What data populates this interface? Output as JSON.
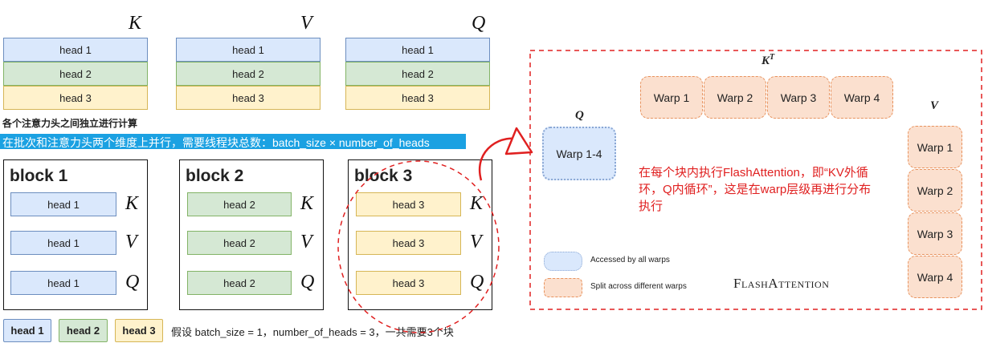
{
  "top_labels": {
    "k": "K",
    "v": "V",
    "q": "Q"
  },
  "top_columns": [
    {
      "heads": [
        "head 1",
        "head 2",
        "head 3"
      ]
    },
    {
      "heads": [
        "head 1",
        "head 2",
        "head 3"
      ]
    },
    {
      "heads": [
        "head 1",
        "head 2",
        "head 3"
      ]
    }
  ],
  "note_independent": "各个注意力头之间独立进行计算",
  "note_parallel": "在批次和注意力头两个维度上并行，需要线程块总数：batch_size × number_of_heads",
  "blocks": [
    {
      "title": "block 1",
      "head": "head 1",
      "labels": [
        "K",
        "V",
        "Q"
      ]
    },
    {
      "title": "block 2",
      "head": "head 2",
      "labels": [
        "K",
        "V",
        "Q"
      ]
    },
    {
      "title": "block 3",
      "head": "head 3",
      "labels": [
        "K",
        "V",
        "Q"
      ]
    }
  ],
  "legend": {
    "items": [
      "head 1",
      "head 2",
      "head 3"
    ],
    "caption": "假设 batch_size = 1，number_of_heads = 3，一共需要3个块"
  },
  "flash": {
    "kt_base": "K",
    "kt_sup": "T",
    "q_label": "Q",
    "v_label": "V",
    "q_warp": "Warp 1-4",
    "k_warps": [
      "Warp 1",
      "Warp 2",
      "Warp 3",
      "Warp 4"
    ],
    "v_warps": [
      "Warp 1",
      "Warp 2",
      "Warp 3",
      "Warp 4"
    ],
    "description": "在每个块内执行FlashAttention，即“KV外循环，Q内循环”，这是在warp层级再进行分布执行",
    "legend_accessed": "Accessed by all warps",
    "legend_split": "Split across different warps",
    "title": "FlashAttention"
  },
  "colors": {
    "head1": "#dae8fc",
    "head2": "#d5e8d4",
    "head3": "#fff2cc",
    "warp": "#fbe0cf",
    "accent_red": "#e02020",
    "highlight": "#1ba1e2"
  }
}
